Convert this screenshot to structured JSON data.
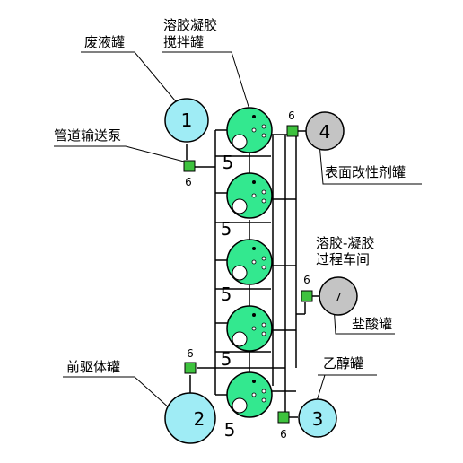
{
  "labels": {
    "waste_tank": "废液罐",
    "mixer_line1": "溶胶凝胶",
    "mixer_line2": "搅拌罐",
    "pump": "管道输送泵",
    "modifier": "表面改性剂罐",
    "workshop_line1": "溶胶-凝胶",
    "workshop_line2": "过程车间",
    "acid": "盐酸罐",
    "precursor": "前驱体罐",
    "ethanol": "乙醇罐"
  },
  "numbers": {
    "t1": "1",
    "t2": "2",
    "t3": "3",
    "t4": "4",
    "t7": "7",
    "n5": "5",
    "n6": "6"
  },
  "colors": {
    "cyan_tank": "#9fecf5",
    "gray_tank": "#c4c4c4",
    "mixer_fill": "#33e88f",
    "pump_fill": "#3ec23e",
    "line": "#000000"
  }
}
